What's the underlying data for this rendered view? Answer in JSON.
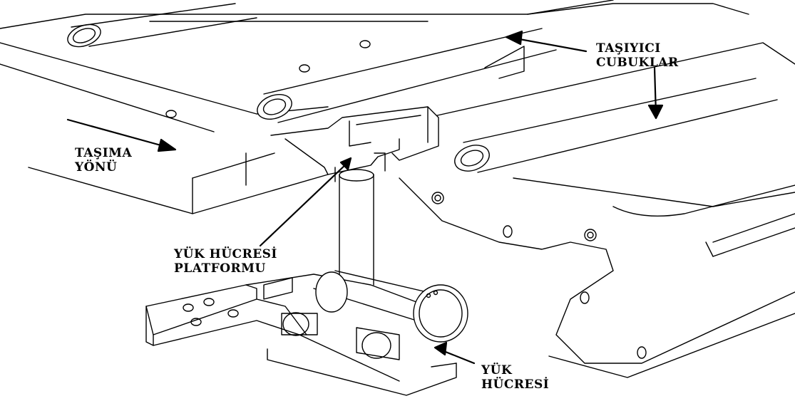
{
  "labels": {
    "carrier_bars_line1": "TAŞIYICI",
    "carrier_bars_line2": "CUBUKLAR",
    "direction_line1": "TAŞIMA",
    "direction_line2": "YÖNÜ",
    "platform_line1": "YÜK HÜCRESİ",
    "platform_line2": "PLATFORMU",
    "loadcell_line1": "YÜK",
    "loadcell_line2": "HÜCRESİ"
  },
  "colors": {
    "stroke": "#000000",
    "fill": "#ffffff",
    "shade": "#f1f1f1"
  }
}
